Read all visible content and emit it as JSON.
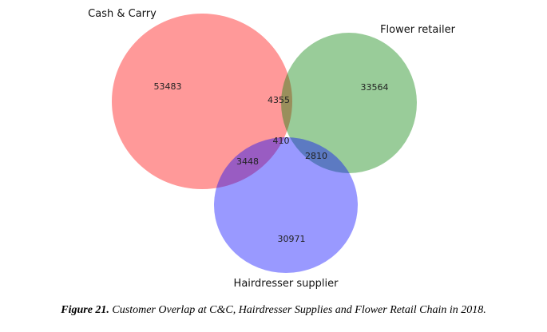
{
  "chart_data": {
    "type": "venn3",
    "sets": [
      {
        "name": "Cash & Carry",
        "color": "#ff0000"
      },
      {
        "name": "Flower retailer",
        "color": "#008000"
      },
      {
        "name": "Hairdresser supplier",
        "color": "#0000ff"
      }
    ],
    "regions": {
      "cash_only": "53483",
      "flower_only": "33564",
      "hair_only": "30971",
      "cash_flower": "4355",
      "cash_hair": "3448",
      "flower_hair": "2810",
      "all_three": "410"
    },
    "alpha": 0.4
  },
  "caption": {
    "label": "Figure 21.",
    "text": " Customer Overlap at C&C, Hairdresser Supplies and Flower Retail Chain in 2018."
  }
}
